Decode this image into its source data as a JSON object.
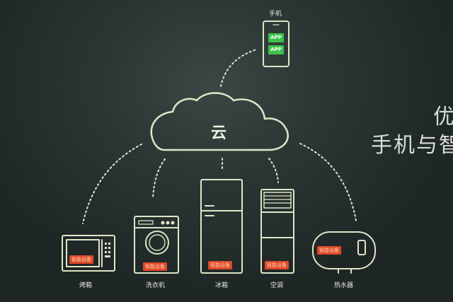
{
  "phone": {
    "label": "手机",
    "apps": [
      "APP",
      "APP"
    ]
  },
  "cloud": {
    "label": "云"
  },
  "title_fragments": {
    "line1": "优",
    "line2": "手机与智"
  },
  "devices": [
    {
      "id": "oven",
      "label": "烤箱",
      "badge": "智能设备"
    },
    {
      "id": "washer",
      "label": "洗衣机",
      "badge": "智能设备"
    },
    {
      "id": "fridge",
      "label": "冰箱",
      "badge": "智能设备"
    },
    {
      "id": "ac",
      "label": "空调",
      "badge": "智能设备"
    },
    {
      "id": "heater",
      "label": "热水器",
      "badge": "智能设备"
    }
  ],
  "colors": {
    "line": "#dfe6c8",
    "badge": "#e0472a",
    "app": "#3cc24a",
    "background": "#2b3634"
  }
}
